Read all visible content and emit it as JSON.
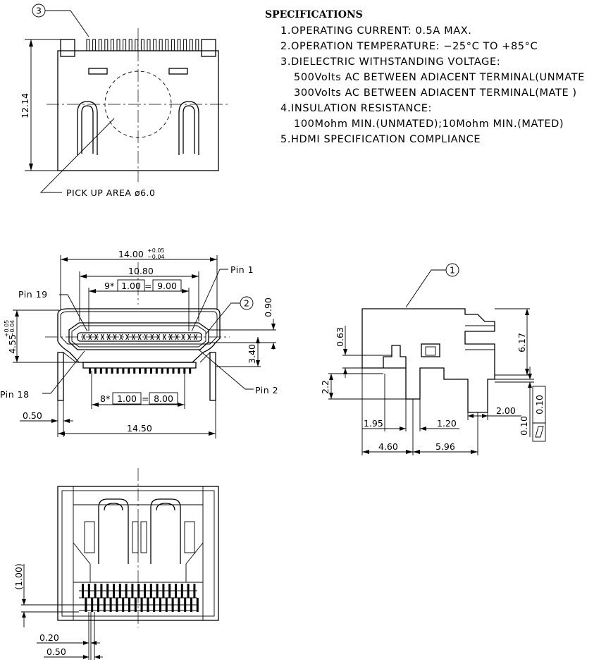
{
  "specifications": {
    "title": "SPECIFICATIONS",
    "lines": [
      "1.OPERATING  CURRENT:  0.5A  MAX.",
      "2.OPERATION  TEMPERATURE:  −25°C  TO  +85°C",
      "3.DIELECTRIC  WITHSTANDING  VOLTAGE:",
      "500Volts  AC  BETWEEN  ADIACENT  TERMINAL(UNMATE",
      "300Volts  AC  BETWEEN  ADIACENT  TERMINAL(MATE  )",
      "4.INSULATION  RESISTANCE:",
      "100Mohm  MIN.(UNMATED);10Mohm  MIN.(MATED)",
      "5.HDMI  SPECIFICATION  COMPLIANCE"
    ]
  },
  "top_view": {
    "balloon": "3",
    "height_dim": "12.14",
    "pickup_label": "PICK  UP  AREA  ø6.0"
  },
  "front_view": {
    "width_dim": "14.00",
    "width_tol_upper": "+0.05",
    "width_tol_lower": "−0.04",
    "inner_width_dim": "10.80",
    "pitch_top_prefix": "9*",
    "pitch_top_box1": "1.00",
    "pitch_top_box2": "9.00",
    "pin1_label": "Pin  1",
    "pin19_label": "Pin  19",
    "pin18_label": "Pin  18",
    "pin2_label": "Pin  2",
    "balloon": "2",
    "dim_090": "0.90",
    "dim_455": "4.55",
    "dim_455_tol_upper": "+0.05",
    "dim_455_tol_lower": "−0.04",
    "dim_340": "3.40",
    "pitch_bottom_prefix": "8*",
    "pitch_bottom_box1": "1.00",
    "pitch_bottom_box2": "8.00",
    "dim_050": "0.50",
    "overall_width_dim": "14.50"
  },
  "side_view": {
    "balloon": "1",
    "dim_063": "0.63",
    "dim_617": "6.17",
    "dim_22": "2.2",
    "dim_195": "1.95",
    "dim_120": "1.20",
    "dim_200": "2.00",
    "dim_010": "0.10",
    "flatness_value": "0.10",
    "dim_460": "4.60",
    "dim_596": "5.96"
  },
  "bottom_view": {
    "dim_100": "(1.00)",
    "dim_020": "0.20",
    "dim_050": "0.50"
  }
}
